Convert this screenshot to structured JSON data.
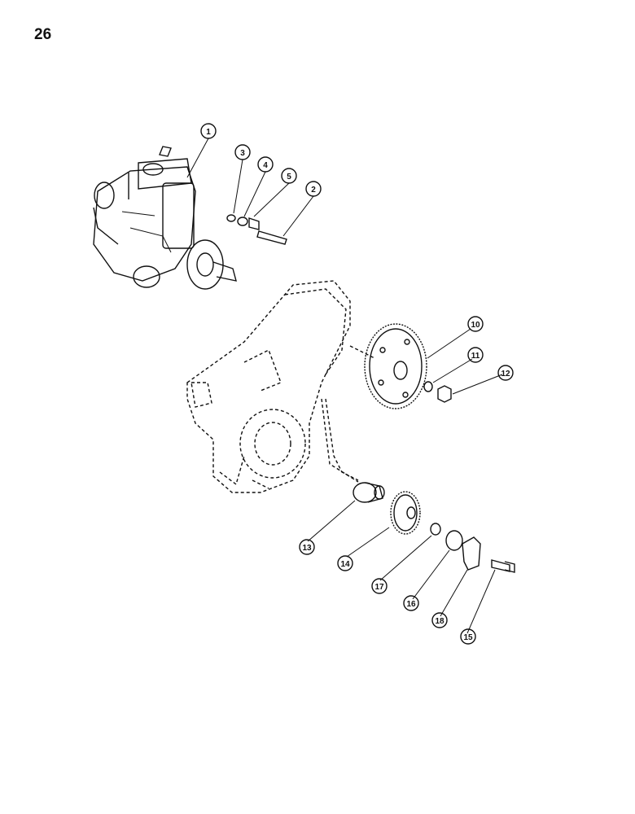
{
  "page": {
    "number": "26"
  },
  "callouts": [
    "1",
    "2",
    "3",
    "4",
    "5",
    "10",
    "11",
    "12",
    "13",
    "14",
    "15",
    "16",
    "17",
    "18"
  ]
}
